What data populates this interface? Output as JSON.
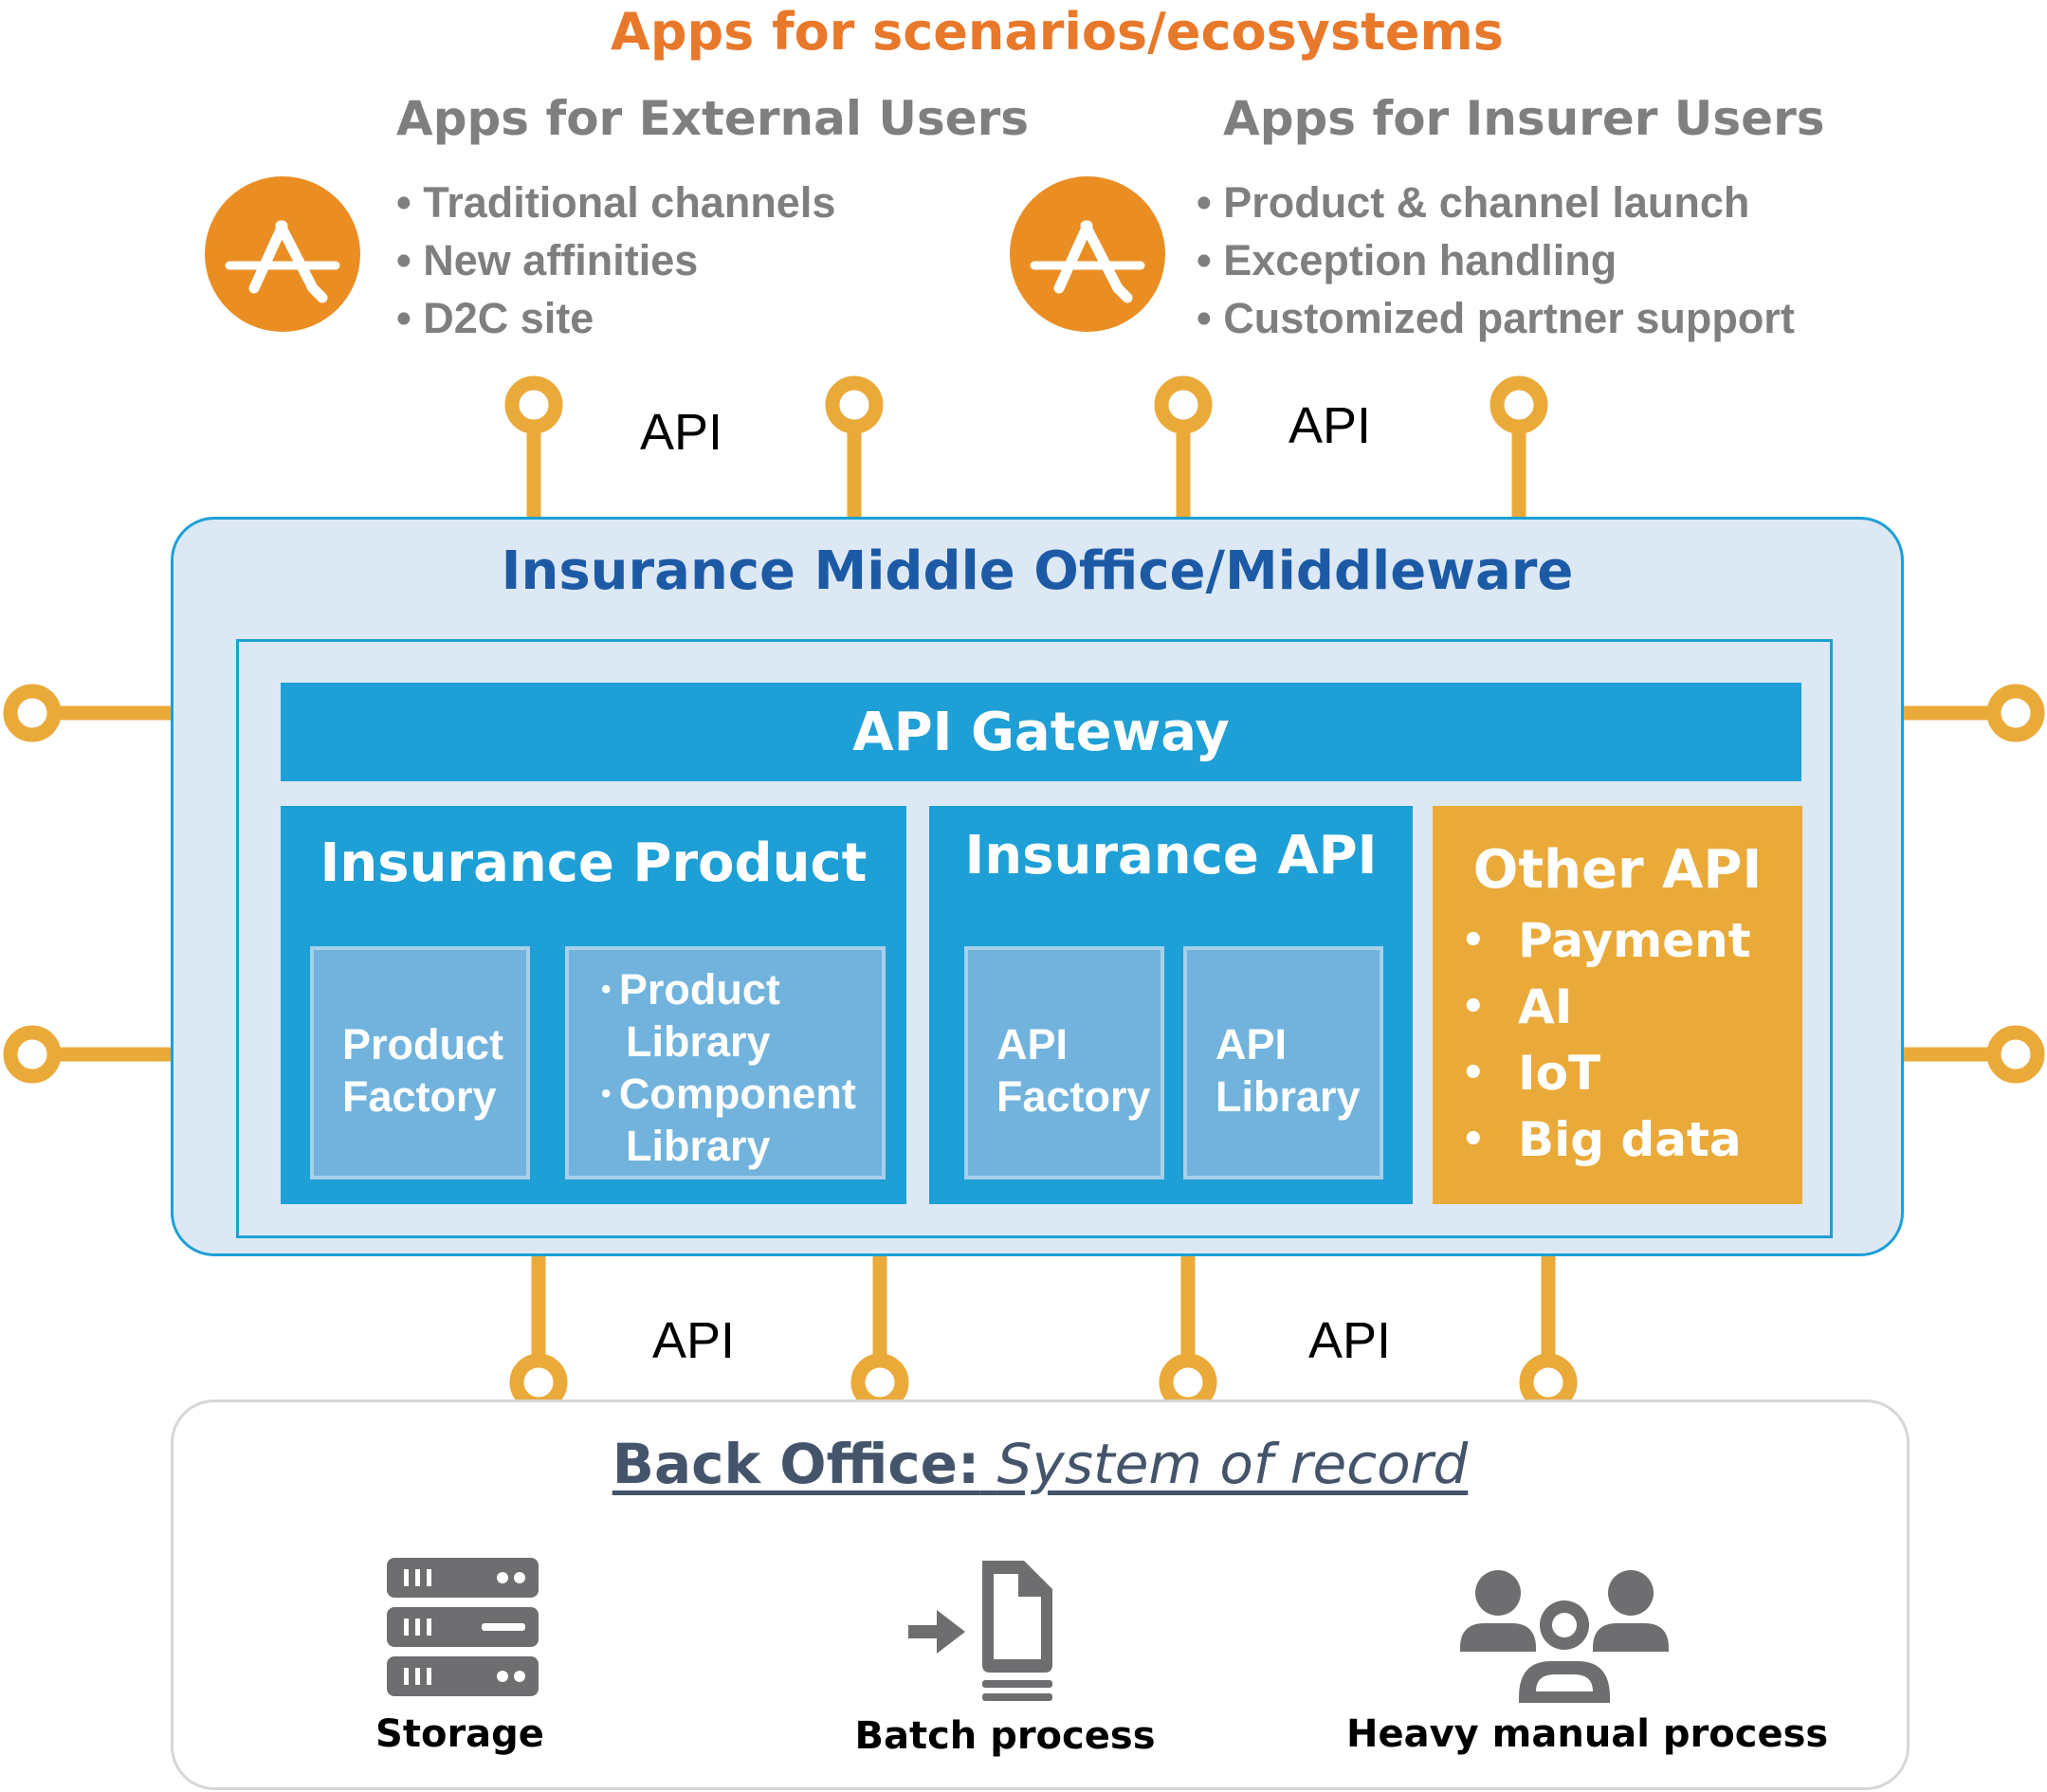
{
  "header": {
    "title": "Apps for scenarios/ecosystems"
  },
  "external_apps": {
    "title": "Apps for External Users",
    "items": [
      "Traditional channels",
      "New affinities",
      "D2C site"
    ],
    "icon": "app-store-icon"
  },
  "insurer_apps": {
    "title": "Apps for Insurer Users",
    "items": [
      "Product & channel launch",
      "Exception handling",
      "Customized partner support"
    ],
    "icon": "app-store-icon"
  },
  "api_labels": {
    "top_left": "API",
    "top_right": "API",
    "bottom_left": "API",
    "bottom_right": "API"
  },
  "middleware": {
    "title": "Insurance Middle Office/Middleware",
    "gateway": "API Gateway",
    "insurance_product": {
      "title": "Insurance Product",
      "factory": [
        "Product",
        "Factory"
      ],
      "library_items": [
        "Product Library",
        "Component Library"
      ]
    },
    "insurance_api": {
      "title": "Insurance API",
      "factory": [
        "API",
        "Factory"
      ],
      "library": [
        "API",
        "Library"
      ]
    },
    "other_api": {
      "title": "Other API",
      "items": [
        "Payment",
        "AI",
        "IoT",
        "Big data"
      ]
    }
  },
  "back_office": {
    "title_strong": "Back Office:",
    "title_em": "System of record",
    "items": [
      {
        "label": "Storage",
        "icon": "server-storage-icon"
      },
      {
        "label": "Batch process",
        "icon": "batch-document-icon"
      },
      {
        "label": "Heavy manual process",
        "icon": "people-group-icon"
      }
    ]
  },
  "colors": {
    "orange": "#e8782a",
    "app_icon": "#ea8e24",
    "connector": "#eaaa3a",
    "blue": "#1e9fd6",
    "panel": "#dce8f4",
    "title_blue": "#1d5aa6",
    "grey_text": "#7f7f7f",
    "back_title": "#44546a"
  }
}
